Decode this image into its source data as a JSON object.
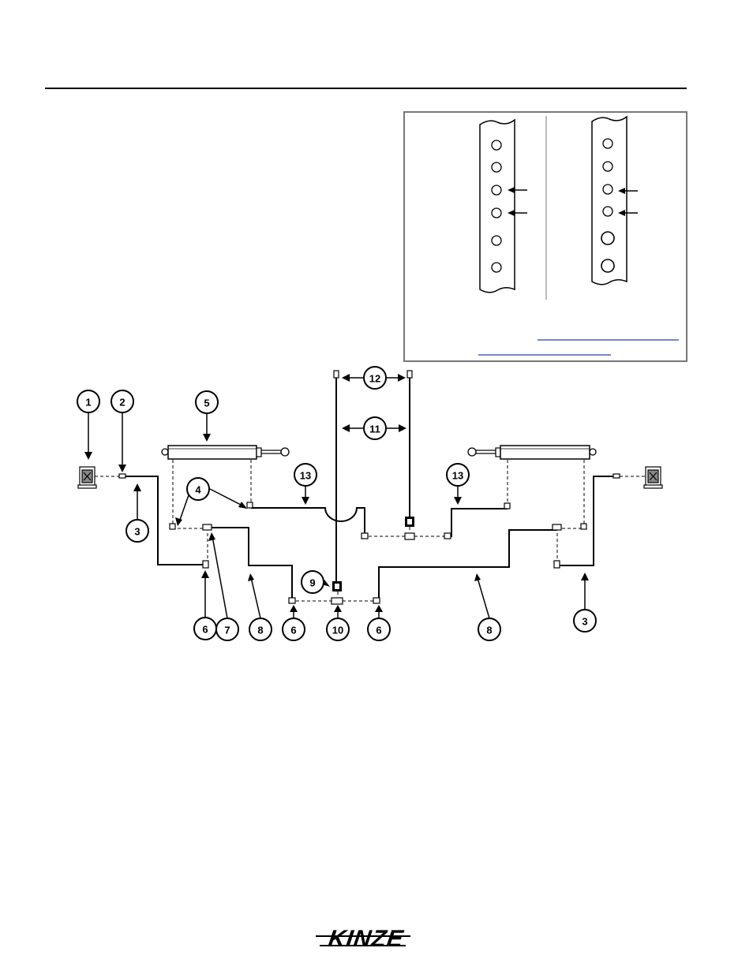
{
  "callouts": [
    {
      "id": "c1",
      "label": "1"
    },
    {
      "id": "c2",
      "label": "2"
    },
    {
      "id": "c3a",
      "label": "3"
    },
    {
      "id": "c4",
      "label": "4"
    },
    {
      "id": "c5",
      "label": "5"
    },
    {
      "id": "c6a",
      "label": "6"
    },
    {
      "id": "c7",
      "label": "7"
    },
    {
      "id": "c8a",
      "label": "8"
    },
    {
      "id": "c6b",
      "label": "6"
    },
    {
      "id": "c9",
      "label": "9"
    },
    {
      "id": "c10",
      "label": "10"
    },
    {
      "id": "c6c",
      "label": "6"
    },
    {
      "id": "c8b",
      "label": "8"
    },
    {
      "id": "c3b",
      "label": "3"
    },
    {
      "id": "c11",
      "label": "11"
    },
    {
      "id": "c12",
      "label": "12"
    },
    {
      "id": "c13a",
      "label": "13"
    },
    {
      "id": "c13b",
      "label": "13"
    }
  ],
  "footer": {
    "logo_text": "KINZE"
  }
}
